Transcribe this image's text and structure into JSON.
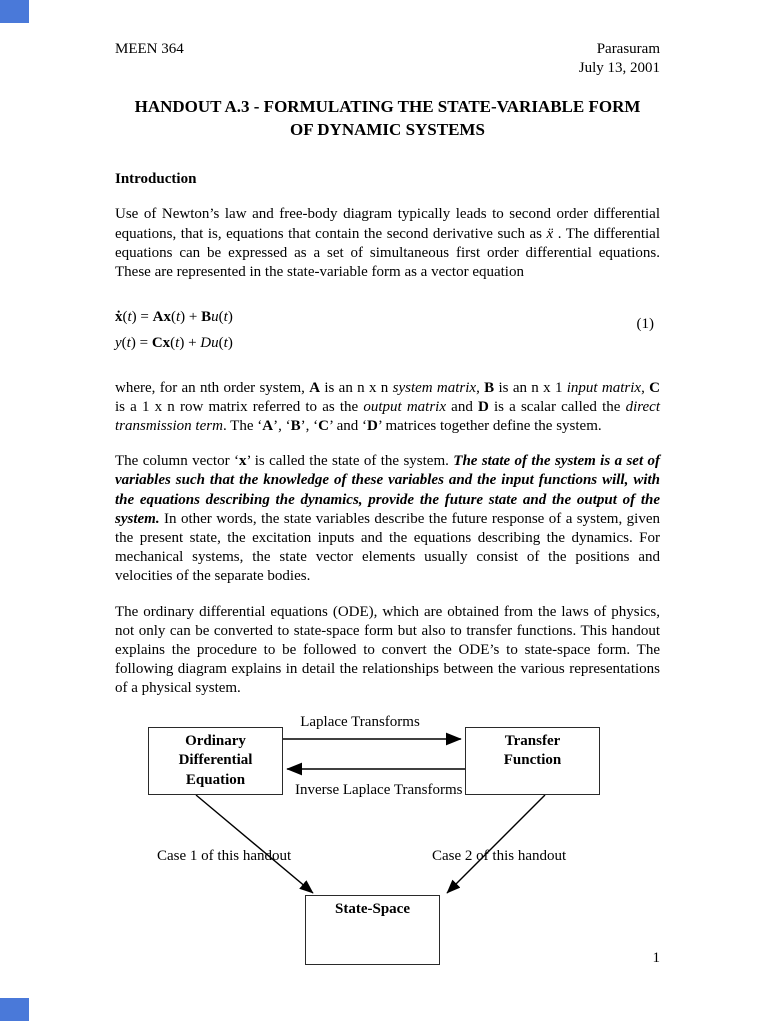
{
  "colors": {
    "corner_mark_blue": "#4a79d9",
    "text": "#000000",
    "page_background": "#ffffff"
  },
  "header": {
    "course": "MEEN 364",
    "author": "Parasuram",
    "date": "July 13, 2001"
  },
  "title": {
    "line1": "HANDOUT A.3 - FORMULATING THE STATE-VARIABLE FORM",
    "line2": "OF DYNAMIC SYSTEMS"
  },
  "sections": {
    "intro_heading": "Introduction"
  },
  "paragraphs": {
    "p1": [
      {
        "t": "Use of Newton’s law and free-body diagram typically leads to second order differential equations, that is, equations that contain the second derivative such as "
      },
      {
        "t": "ẍ",
        "s": "i"
      },
      {
        "t": " . The differential equations can be expressed as a set of simultaneous first order differential equations. These are represented in the state-variable form as a vector equation"
      }
    ],
    "p2": [
      {
        "t": "where, for an nth order system, "
      },
      {
        "t": "A",
        "s": "b"
      },
      {
        "t": " is an n x n "
      },
      {
        "t": "system matrix",
        "s": "i"
      },
      {
        "t": ", "
      },
      {
        "t": "B",
        "s": "b"
      },
      {
        "t": " is an n x 1 "
      },
      {
        "t": "input matrix",
        "s": "i"
      },
      {
        "t": ", "
      },
      {
        "t": "C",
        "s": "b"
      },
      {
        "t": " is a 1 x n row matrix referred to as the "
      },
      {
        "t": "output matrix",
        "s": "i"
      },
      {
        "t": " and "
      },
      {
        "t": "D",
        "s": "b"
      },
      {
        "t": " is a scalar called the "
      },
      {
        "t": "direct transmission term",
        "s": "i"
      },
      {
        "t": ". The ‘"
      },
      {
        "t": "A",
        "s": "b"
      },
      {
        "t": "’, ‘"
      },
      {
        "t": "B",
        "s": "b"
      },
      {
        "t": "’, ‘"
      },
      {
        "t": "C",
        "s": "b"
      },
      {
        "t": "’ and ‘"
      },
      {
        "t": "D",
        "s": "b"
      },
      {
        "t": "’ matrices together define the system."
      }
    ],
    "p3": [
      {
        "t": "The column vector ‘"
      },
      {
        "t": "x",
        "s": "b"
      },
      {
        "t": "’ is called the state of the system. "
      },
      {
        "t": "The state of the system is a set of variables such that the knowledge of these variables and the input functions will, with the equations describing the dynamics, provide the future state and the output of the system.",
        "s": "bi"
      },
      {
        "t": " In other words, the state variables describe the future response of a system, given the present state, the excitation inputs and the equations describing the dynamics. For mechanical systems, the state vector elements usually consist of the positions and velocities of the separate bodies."
      }
    ],
    "p4": [
      {
        "t": "The ordinary differential equations (ODE), which are obtained from the laws of physics, not only can be converted to state-space form but also to transfer functions. This handout explains the procedure to be followed to convert the ODE’s to state-space form. The following diagram explains in detail the relationships between the various representations of a physical system."
      }
    ]
  },
  "equation": {
    "number": "(1)",
    "line1": [
      {
        "t": "ẋ",
        "s": "b"
      },
      {
        "t": "("
      },
      {
        "t": "t",
        "s": "i"
      },
      {
        "t": ") = "
      },
      {
        "t": "Ax",
        "s": "b"
      },
      {
        "t": "("
      },
      {
        "t": "t",
        "s": "i"
      },
      {
        "t": ") + "
      },
      {
        "t": "B",
        "s": "b"
      },
      {
        "t": "u",
        "s": "i"
      },
      {
        "t": "("
      },
      {
        "t": "t",
        "s": "i"
      },
      {
        "t": ")"
      }
    ],
    "line2": [
      {
        "t": "y",
        "s": "i"
      },
      {
        "t": "("
      },
      {
        "t": "t",
        "s": "i"
      },
      {
        "t": ") = "
      },
      {
        "t": "Cx",
        "s": "b"
      },
      {
        "t": "("
      },
      {
        "t": "t",
        "s": "i"
      },
      {
        "t": ") + "
      },
      {
        "t": "D",
        "s": "i"
      },
      {
        "t": "u",
        "s": "i"
      },
      {
        "t": "("
      },
      {
        "t": "t",
        "s": "i"
      },
      {
        "t": ")"
      }
    ]
  },
  "diagram": {
    "label_laplace": "Laplace Transforms",
    "label_inverse_laplace": "Inverse Laplace Transforms",
    "label_case1": "Case 1 of this handout",
    "label_case2": "Case 2 of this handout",
    "box_ode": "Ordinary\nDifferential\nEquation",
    "box_tf": "Transfer\nFunction",
    "box_ss": "State-Space"
  },
  "footer": {
    "page_number": "1"
  }
}
